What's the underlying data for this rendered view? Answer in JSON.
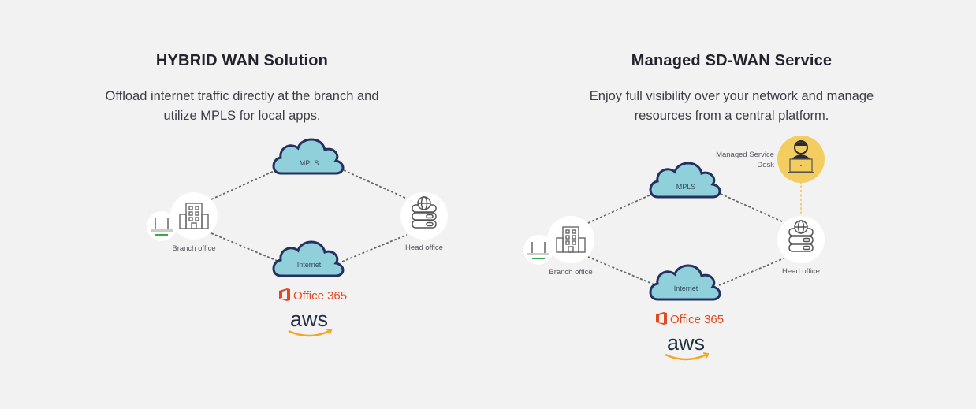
{
  "panels": [
    {
      "title": "HYBRID WAN Solution",
      "description_line1": "Offload internet traffic directly at the branch and",
      "description_line2": "utilize MPLS for local apps.",
      "nodes": {
        "mpls": "MPLS",
        "internet": "Internet",
        "branch": "Branch office",
        "head": "Head office"
      },
      "cloud_services": {
        "office_label": "Office 365",
        "aws_label": "aws"
      }
    },
    {
      "title": "Managed SD-WAN Service",
      "description_line1": "Enjoy full visibility over your network and manage",
      "description_line2": "resources from a central platform.",
      "nodes": {
        "mpls": "MPLS",
        "internet": "Internet",
        "branch": "Branch office",
        "head": "Head office",
        "service_desk_line1": "Managed Service",
        "service_desk_line2": "Desk"
      },
      "cloud_services": {
        "office_label": "Office 365",
        "aws_label": "aws"
      }
    }
  ],
  "colors": {
    "background": "#f2f2f2",
    "cloud_fill": "#8fd0da",
    "cloud_stroke": "#243060",
    "office_orange": "#e3491f",
    "aws_dark": "#232f3e",
    "aws_smile": "#f7a51c",
    "service_desk_yellow": "#f3cd5f",
    "router_green": "#3aa845"
  }
}
